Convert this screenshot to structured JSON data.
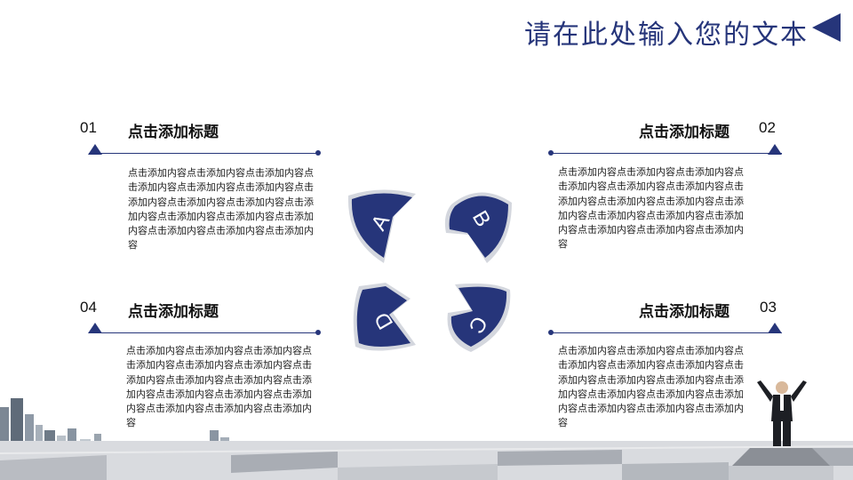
{
  "header": {
    "title": "请在此处输入您的文本"
  },
  "items": [
    {
      "num": "01",
      "title": "点击添加标题",
      "body": "点击添加内容点击添加内容点击添加内容点击添加内容点击添加内容点击添加内容点击添加内容点击添加内容点击添加内容点击添加内容点击添加内容点击添加内容点击添加内容点击添加内容点击添加内容点击添加内容"
    },
    {
      "num": "02",
      "title": "点击添加标题",
      "body": "点击添加内容点击添加内容点击添加内容点击添加内容点击添加内容点击添加内容点击添加内容点击添加内容点击添加内容点击添加内容点击添加内容点击添加内容点击添加内容点击添加内容点击添加内容点击添加内容"
    },
    {
      "num": "03",
      "title": "点击添加标题",
      "body": "点击添加内容点击添加内容点击添加内容点击添加内容点击添加内容点击添加内容点击添加内容点击添加内容点击添加内容点击添加内容点击添加内容点击添加内容点击添加内容点击添加内容点击添加内容点击添加内容"
    },
    {
      "num": "04",
      "title": "点击添加标题",
      "body": "点击添加内容点击添加内容点击添加内容点击添加内容点击添加内容点击添加内容点击添加内容点击添加内容点击添加内容点击添加内容点击添加内容点击添加内容点击添加内容点击添加内容点击添加内容点击添加内容"
    }
  ],
  "petals": [
    "A",
    "B",
    "C",
    "D"
  ],
  "colors": {
    "accent": "#26357a",
    "text": "#111111"
  }
}
